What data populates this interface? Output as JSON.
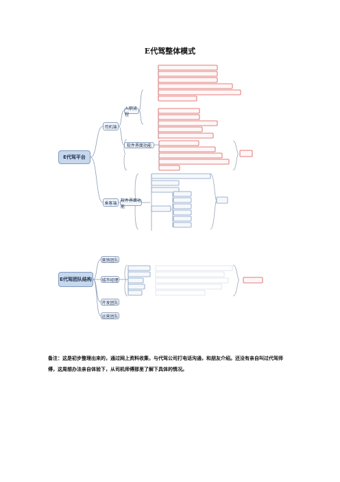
{
  "page": {
    "title": "E代驾整体模式",
    "note": "备注：这是初步整理出来的，通过网上资料收集，与代驾公司打电话沟通，和朋友介绍。还没有亲自叫过代驾师傅，这周想办法亲自体验下，从司机师傅那里了解下具体的情况。"
  },
  "diagram_one": {
    "root": "E代驾平台",
    "driver_side": "司机端",
    "customer_side": "乘客端",
    "onboarding": "入职流程",
    "driver_app": "软件界面功能",
    "customer_app": "软件界面功能"
  },
  "diagram_two": {
    "root": "E代驾团队结构",
    "marketing": "营销团队",
    "city_manager": "城市经理",
    "dev_team": "开发团队",
    "ops_team": "运营团队"
  },
  "colors": {
    "root_fill": "#c7d7ec",
    "leaf_border_red": "#d9534f",
    "leaf_border_blue": "#7f9ac2",
    "line": "#8a9cb5"
  }
}
